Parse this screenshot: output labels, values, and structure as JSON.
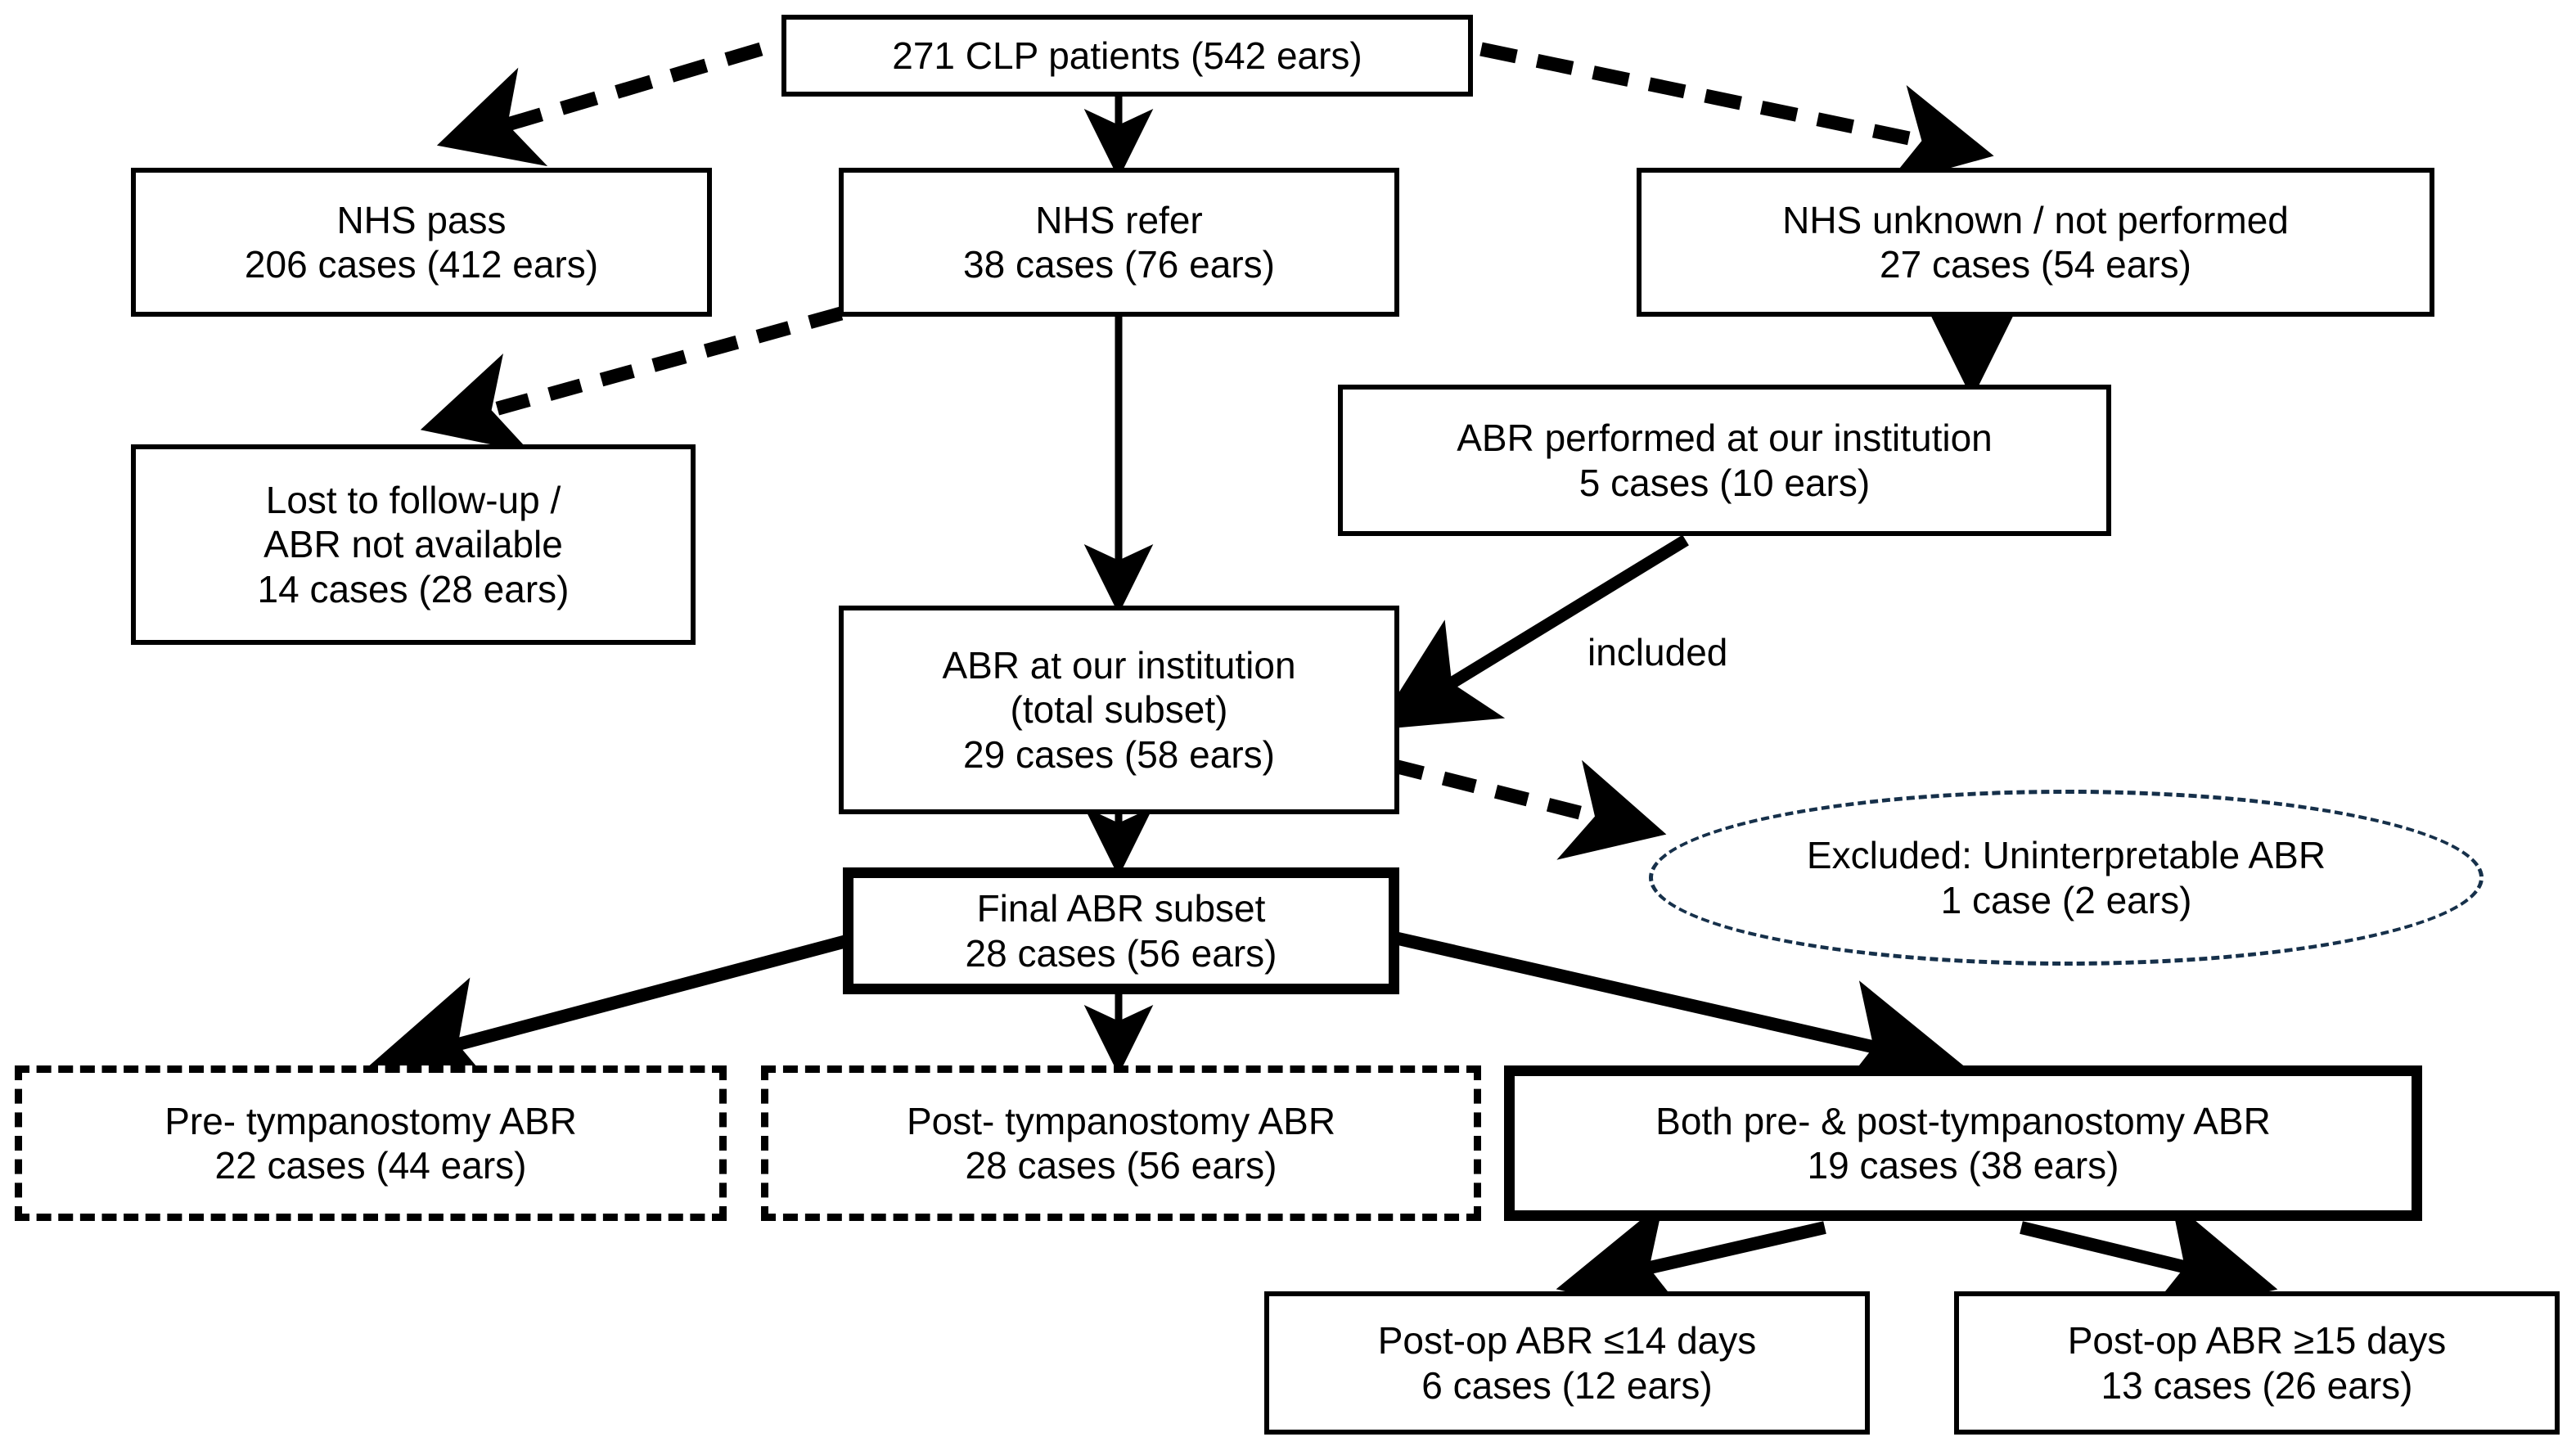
{
  "diagram": {
    "title": "CLP patient ABR cohort flowchart",
    "ink_color": "#000000",
    "ellipse_border_color": "#16304a",
    "background_color": "#ffffff"
  },
  "nodes": {
    "total": {
      "id": "total-patients",
      "lines": [
        "271 CLP patients (542 ears)"
      ],
      "style": "solid"
    },
    "nhs_pass": {
      "id": "nhs-pass",
      "lines": [
        "NHS pass",
        "206 cases (412 ears)"
      ],
      "style": "solid"
    },
    "nhs_refer": {
      "id": "nhs-refer",
      "lines": [
        "NHS refer",
        "38 cases (76 ears)"
      ],
      "style": "solid"
    },
    "nhs_unknown": {
      "id": "nhs-unknown",
      "lines": [
        "NHS unknown / not performed",
        "27 cases (54 ears)"
      ],
      "style": "solid"
    },
    "lost": {
      "id": "lost-to-follow-up",
      "lines": [
        "Lost to follow-up /",
        "ABR not available",
        "14 cases (28 ears)"
      ],
      "style": "solid"
    },
    "abr_performed": {
      "id": "abr-performed-our-institution",
      "lines": [
        "ABR performed at our institution",
        "5 cases (10 ears)"
      ],
      "style": "solid"
    },
    "abr_total": {
      "id": "abr-at-our-institution-total-subset",
      "lines": [
        "ABR at our institution",
        "(total subset)",
        "29 cases (58 ears)"
      ],
      "style": "solid"
    },
    "excluded": {
      "id": "excluded-uninterpretable-abr",
      "lines": [
        "Excluded: Uninterpretable ABR",
        "1 case (2 ears)"
      ],
      "style": "ellipse-dashed"
    },
    "final": {
      "id": "final-abr-subset",
      "lines": [
        "Final ABR subset",
        "28 cases (56 ears)"
      ],
      "style": "thick"
    },
    "pre": {
      "id": "pre-tympanostomy-abr",
      "lines": [
        "Pre- tympanostomy ABR",
        "22 cases (44 ears)"
      ],
      "style": "dashed"
    },
    "post": {
      "id": "post-tympanostomy-abr",
      "lines": [
        "Post- tympanostomy ABR",
        "28 cases (56 ears)"
      ],
      "style": "dashed"
    },
    "both": {
      "id": "both-pre-and-post-tympanostomy-abr",
      "lines": [
        "Both pre- & post-tympanostomy ABR",
        "19 cases (38 ears)"
      ],
      "style": "thick"
    },
    "postop_le14": {
      "id": "post-op-abr-le-14-days",
      "lines": [
        "Post-op ABR ≤14 days",
        "6 cases (12 ears)"
      ],
      "style": "solid"
    },
    "postop_ge15": {
      "id": "post-op-abr-ge-15-days",
      "lines": [
        "Post-op ABR ≥15 days",
        "13 cases (26 ears)"
      ],
      "style": "solid"
    }
  },
  "edge_labels": {
    "included": "included"
  },
  "edges": [
    {
      "name": "total-to-nhs-pass",
      "style": "dashed"
    },
    {
      "name": "total-to-nhs-refer",
      "style": "solid"
    },
    {
      "name": "total-to-nhs-unknown",
      "style": "dashed"
    },
    {
      "name": "nhs-refer-to-lost",
      "style": "dashed"
    },
    {
      "name": "nhs-refer-to-abr-total",
      "style": "solid"
    },
    {
      "name": "nhs-unknown-to-abr-performed",
      "style": "solid"
    },
    {
      "name": "abr-performed-to-abr-total",
      "style": "solid",
      "label": "included"
    },
    {
      "name": "abr-total-to-excluded",
      "style": "dashed"
    },
    {
      "name": "abr-total-to-final",
      "style": "solid"
    },
    {
      "name": "final-to-pre",
      "style": "solid"
    },
    {
      "name": "final-to-post",
      "style": "solid"
    },
    {
      "name": "final-to-both",
      "style": "solid"
    },
    {
      "name": "both-to-postop-le14",
      "style": "solid"
    },
    {
      "name": "both-to-postop-ge15",
      "style": "solid"
    }
  ]
}
